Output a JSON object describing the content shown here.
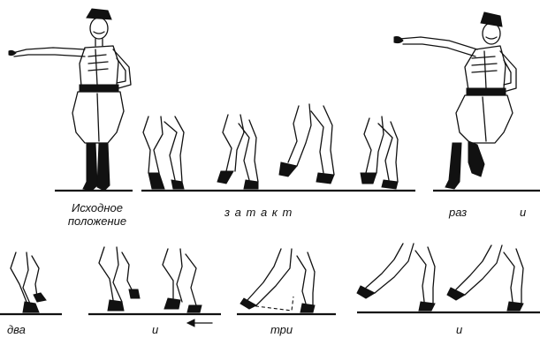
{
  "labels": {
    "start_line1": "Исходное",
    "start_line2": "положение",
    "zatakt": "з а т а к т",
    "raz": "раз",
    "i_top": "и",
    "dva": "два",
    "i_mid": "и",
    "tri": "три",
    "i_bottom": "и"
  }
}
